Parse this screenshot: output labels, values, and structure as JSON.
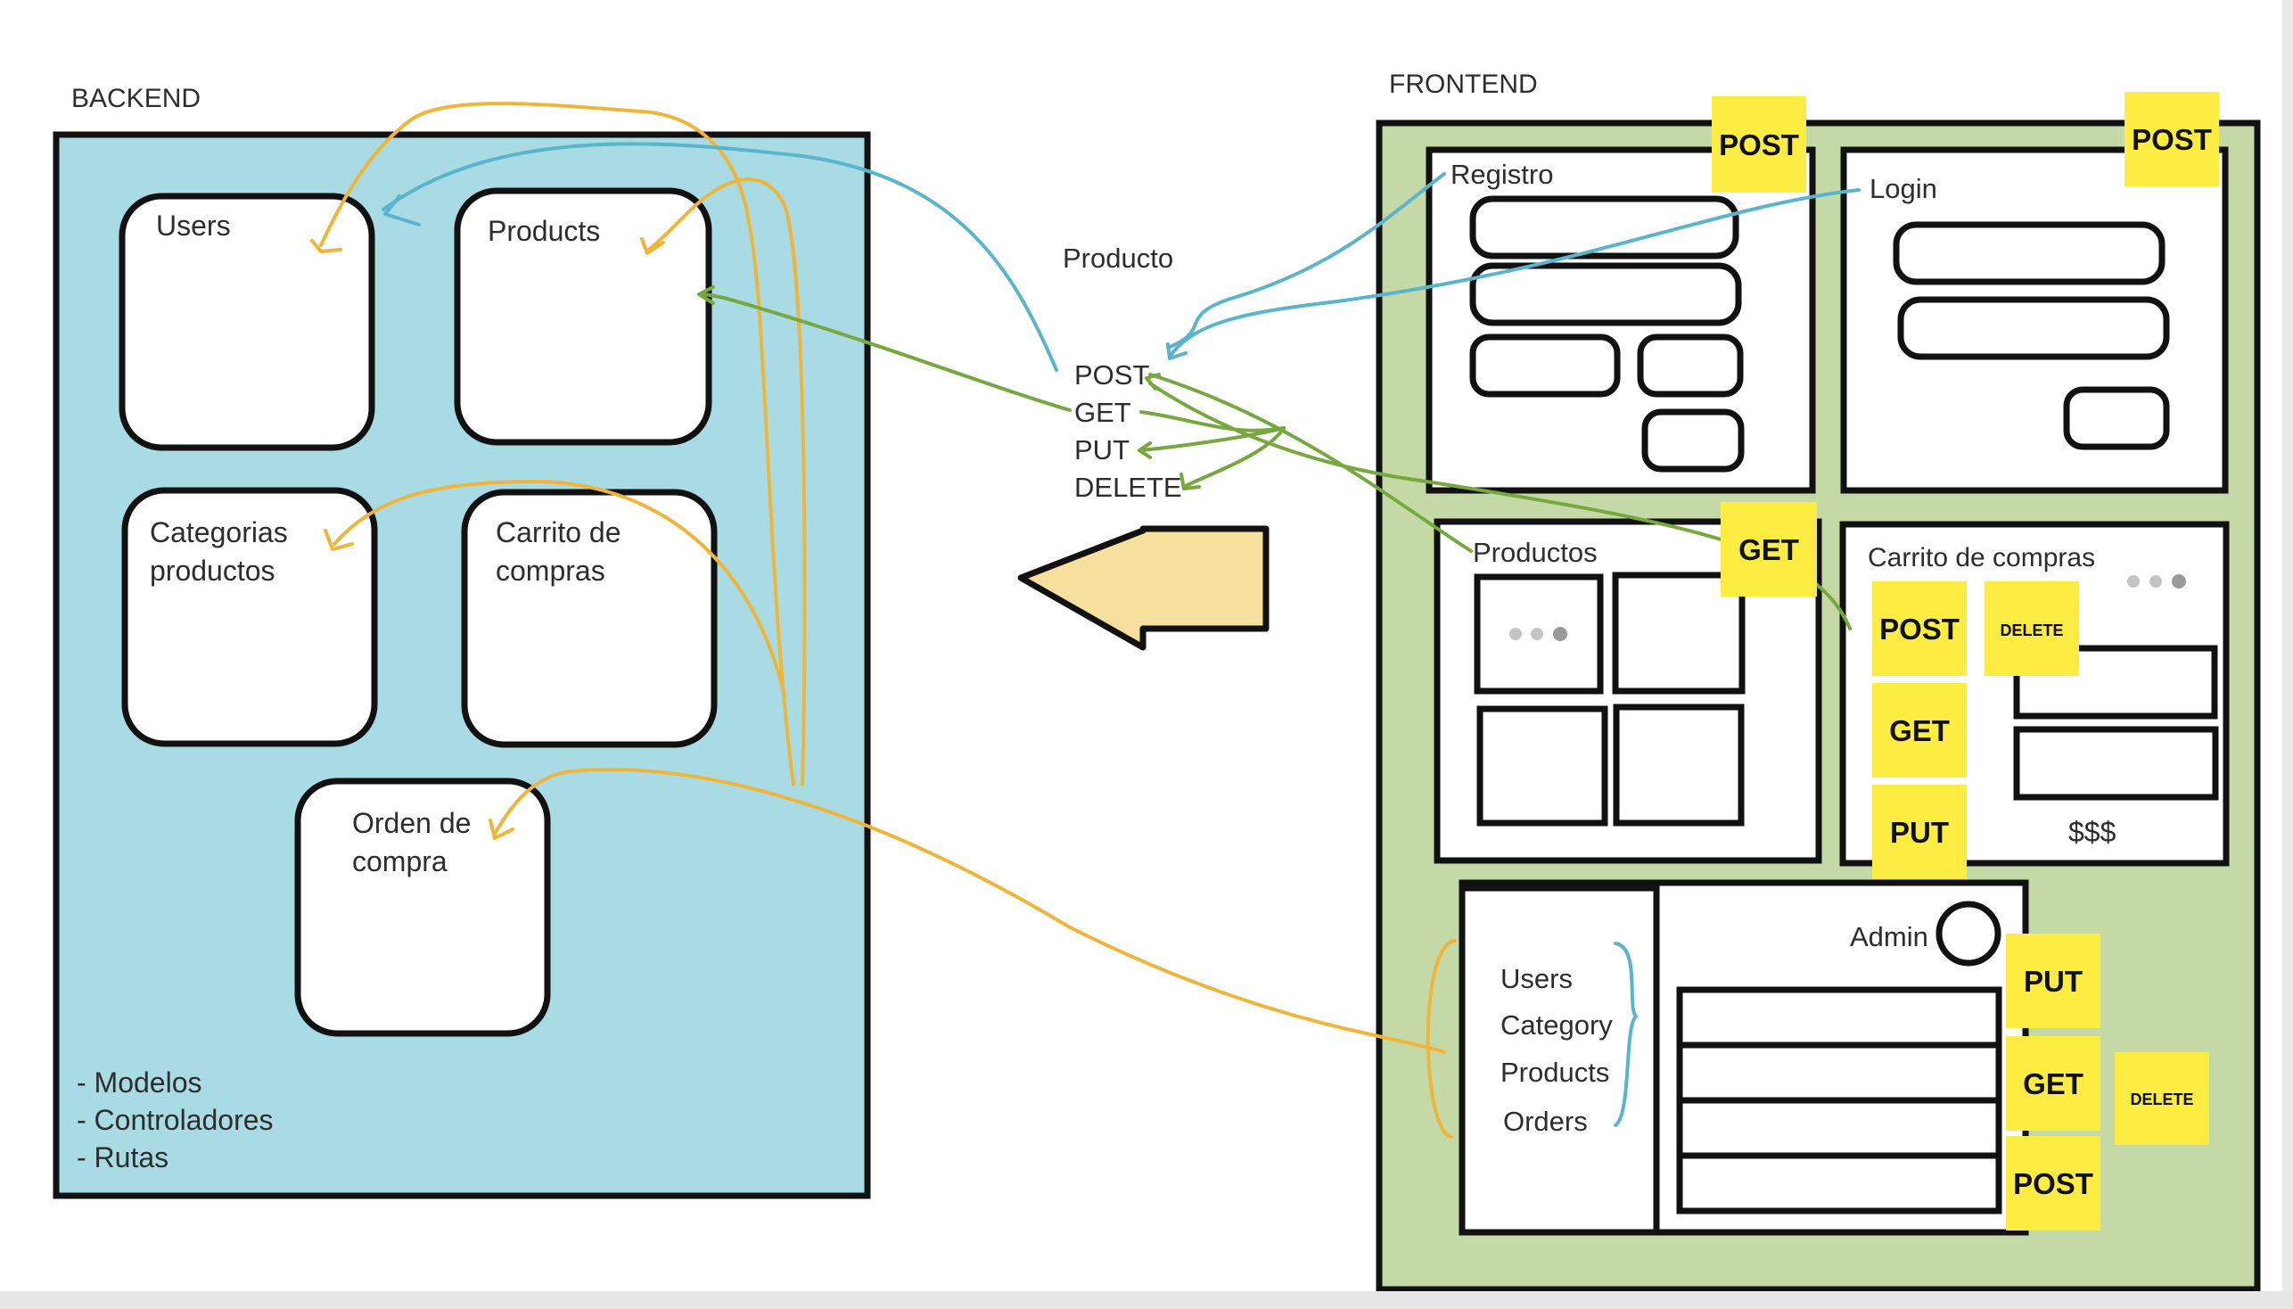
{
  "backend": {
    "title": "BACKEND",
    "modules": {
      "users": "Users",
      "products": "Products",
      "categorias_1": "Categorias",
      "categorias_2": "productos",
      "carrito_1": "Carrito de",
      "carrito_2": "compras",
      "orden_1": "Orden de",
      "orden_2": "compra"
    },
    "notes": [
      "- Modelos",
      "- Controladores",
      "- Rutas"
    ]
  },
  "middle": {
    "resource": "Producto",
    "methods": [
      "POST",
      "GET",
      "PUT",
      "DELETE"
    ]
  },
  "frontend": {
    "title": "FRONTEND",
    "registro": "Registro",
    "login": "Login",
    "productos": "Productos",
    "carrito": "Carrito de compras",
    "price": "$$$",
    "admin": "Admin",
    "admin_menu": [
      "Users",
      "Category",
      "Products",
      "Orders"
    ]
  },
  "stickies": {
    "registro_post": "POST",
    "login_post": "POST",
    "productos_get": "GET",
    "carrito_post": "POST",
    "carrito_delete": "DELETE",
    "carrito_get": "GET",
    "carrito_put": "PUT",
    "admin_put": "PUT",
    "admin_get": "GET",
    "admin_post": "POST",
    "admin_delete": "DELETE"
  },
  "colors": {
    "backend_fill": "#a8dbe4",
    "frontend_fill": "#c5d9a7",
    "sticky": "#fdec42",
    "arrow_fill": "#f7df9e",
    "orange_line": "#efb53b",
    "blue_line": "#5ab4cc",
    "green_line": "#76a83f"
  }
}
